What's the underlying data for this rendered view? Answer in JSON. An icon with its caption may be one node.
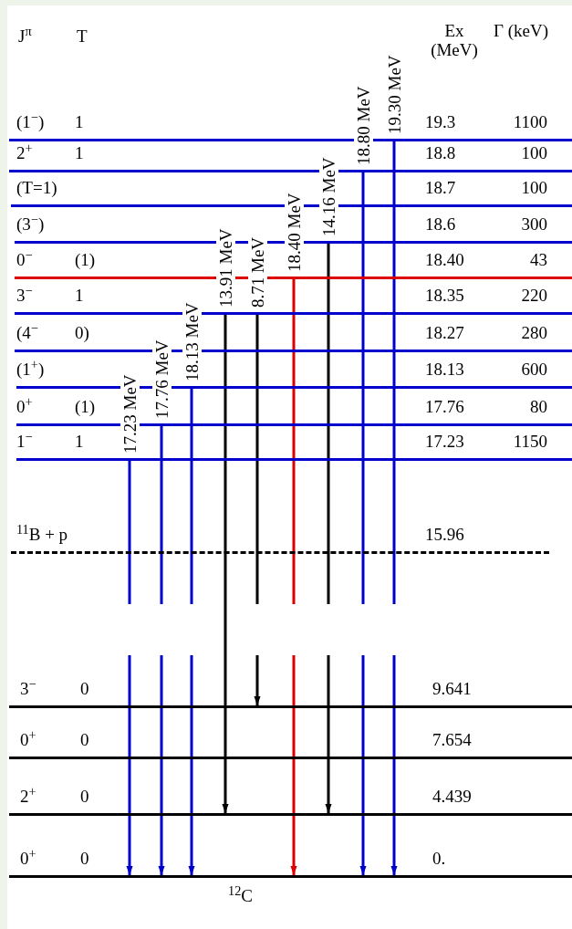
{
  "diagram": {
    "nodes": [
      {
        "text": [
          "(1$^{−}$)",
          "1",
          "19.3",
          "1100"
        ]
      },
      {
        "text": [
          "2$^{+}$",
          "1",
          "18.8",
          "100"
        ]
      },
      {
        "text": [
          "(T=1)",
          "18.7",
          "100"
        ]
      },
      {
        "text": [
          "(3$^{−}$)",
          "18.6",
          "300"
        ]
      },
      {
        "text": [
          "0$^{−}$",
          "(1)",
          "18.40",
          "43"
        ]
      },
      {
        "text": [
          "3$^{−}$",
          "1",
          "18.35",
          "220"
        ]
      },
      {
        "text": [
          "(4$^{−}$",
          "0)",
          "18.27",
          "280"
        ]
      },
      {
        "text": [
          "(1$^{+}$)",
          "18.13",
          "600"
        ]
      },
      {
        "text": [
          "0$^{+}$",
          "(1)",
          "17.76",
          "80"
        ]
      },
      {
        "text": [
          "1$^{−}$",
          "1",
          "17.23",
          "1150"
        ]
      },
      {
        "text": [
          "$^{11}$B + p",
          "15.96"
        ]
      },
      {
        "text": [
          "3$^{−}$",
          "0",
          "9.641"
        ]
      },
      {
        "text": [
          "0$^{+}$",
          "0",
          "7.654"
        ]
      },
      {
        "text": [
          "2$^{+}$",
          "0",
          "4.439"
        ]
      },
      {
        "text": [
          "0$^{+}$",
          "0",
          "0."
        ]
      }
    ],
    "edges": [
      {
        "from": 9,
        "to": 14,
        "arrow": "to",
        "label": "17.23 MeV"
      },
      {
        "from": 8,
        "to": 14,
        "arrow": "to",
        "label": "17.76 MeV"
      },
      {
        "from": 7,
        "to": 14,
        "arrow": "to",
        "label": "18.13 MeV"
      },
      {
        "from": 5,
        "to": 13,
        "arrow": "to",
        "label": "13.91 MeV",
        "color": "#000000"
      },
      {
        "from": 5,
        "to": 11,
        "arrow": "to",
        "label": "8.71 MeV",
        "color": "#000000"
      },
      {
        "from": 4,
        "to": 14,
        "arrow": "to",
        "label": "18.40 MeV",
        "color": "#dd0000"
      },
      {
        "from": 3,
        "to": 13,
        "arrow": "to",
        "label": "14.16 MeV",
        "color": "#000000"
      },
      {
        "from": 1,
        "to": 14,
        "arrow": "to",
        "label": "18.80 MeV"
      },
      {
        "from": 0,
        "to": 14,
        "arrow": "to",
        "label": "19.30 MeV"
      }
    ],
    "labels": [
      "J$^{π}$",
      "T",
      "Ex (MeV)",
      "Γ (keV)",
      "$^{12}$C"
    ]
  }
}
